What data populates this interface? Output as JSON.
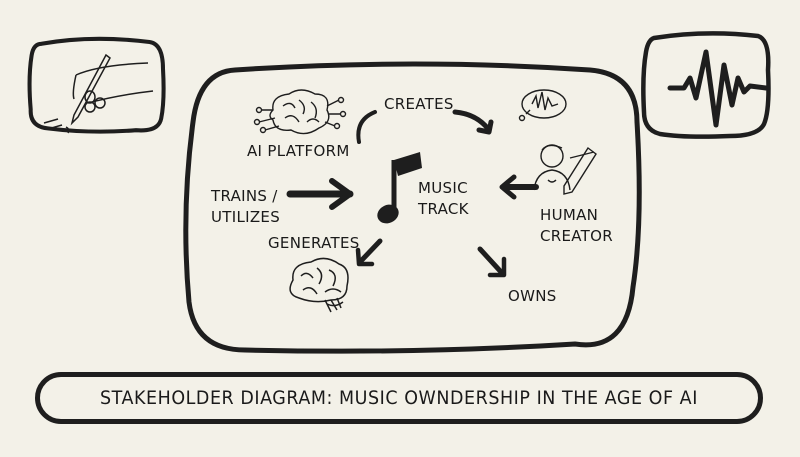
{
  "diagram": {
    "title": "STAKEHOLDER DIAGRAM: MUSIC OWNDERSHIP IN THE AGE OF AI",
    "center_node": {
      "label_line1": "MUSIC",
      "label_line2": "TRACK",
      "icon": "music-note-icon"
    },
    "nodes": [
      {
        "id": "ai_platform",
        "label": "AI PLATFORM",
        "icon": "circuit-brain-icon"
      },
      {
        "id": "human_creator",
        "label_line1": "HUMAN",
        "label_line2": "CREATOR",
        "icon": "person-with-pencil-icon"
      },
      {
        "id": "generated_brain",
        "label": "",
        "icon": "brain-icon"
      }
    ],
    "edges": [
      {
        "label": "CREATES",
        "from": "ai_platform",
        "to": "human_creator"
      },
      {
        "label_line1": "TRAINS /",
        "label_line2": "UTILIZES",
        "to": "music_track"
      },
      {
        "label": "GENERATES",
        "from": "music_track",
        "to": "generated_brain"
      },
      {
        "label": "OWNS",
        "from": "music_track"
      },
      {
        "label": "",
        "from": "human_creator",
        "to": "music_track"
      }
    ],
    "corner_icons": {
      "left": "hand-writing-icon",
      "right": "waveform-icon"
    },
    "colors": {
      "background": "#f3f1e8",
      "ink": "#1e1e1e"
    }
  }
}
